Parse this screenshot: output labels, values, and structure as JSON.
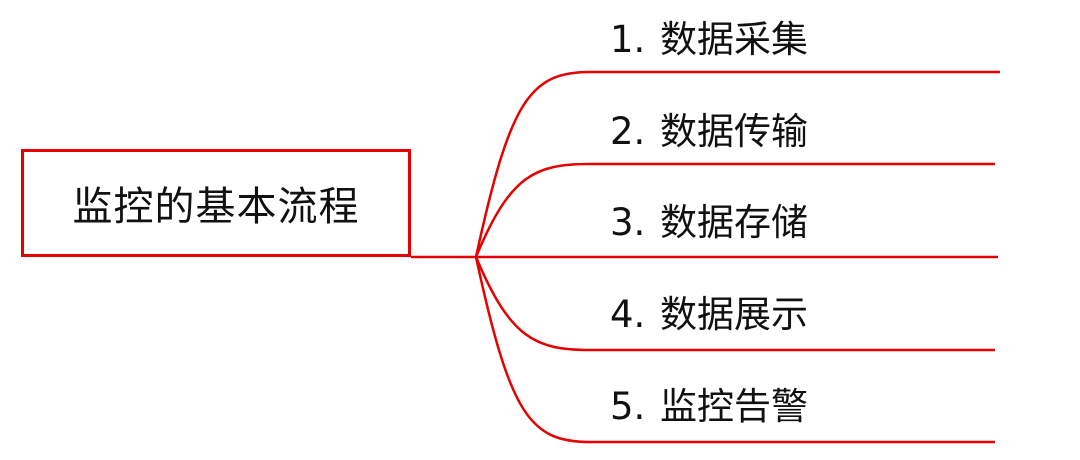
{
  "diagram": {
    "type": "mind-map",
    "line_color": "#e60000",
    "root": {
      "label": "监控的基本流程"
    },
    "branches": [
      {
        "number": "1.",
        "label": "数据采集"
      },
      {
        "number": "2.",
        "label": "数据传输"
      },
      {
        "number": "3.",
        "label": "数据存储"
      },
      {
        "number": "4.",
        "label": "数据展示"
      },
      {
        "number": "5.",
        "label": "监控告警"
      }
    ]
  }
}
